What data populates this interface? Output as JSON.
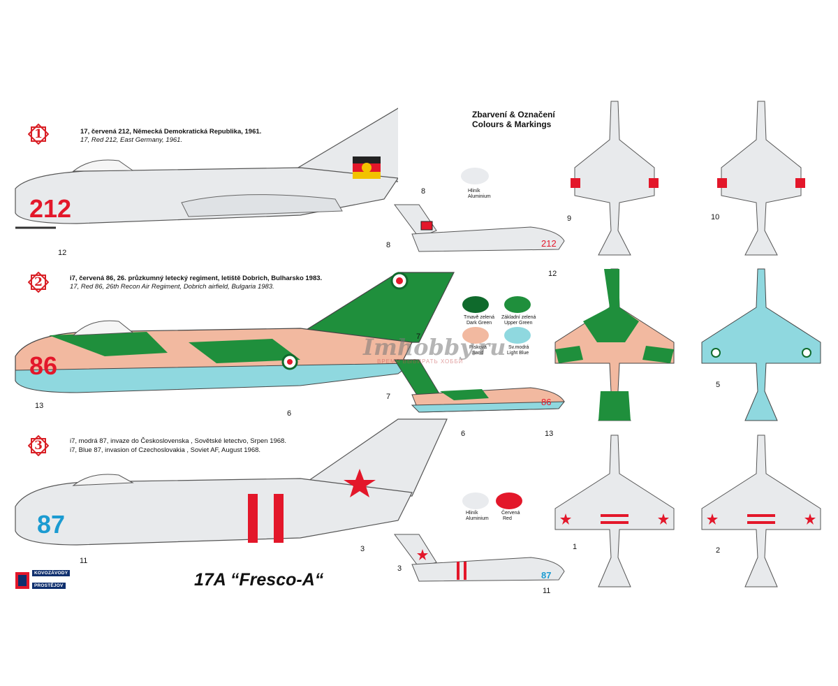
{
  "header": {
    "title_cz": "Zbarvení & Označení",
    "title_en": "Colours & Markings"
  },
  "model_title": "17A “Fresco-A“",
  "manufacturer": {
    "line1": "KOVOZÁVODY",
    "line2": "PROSTĚJOV"
  },
  "watermark": {
    "main": "Imhobby.ru",
    "sub": "ВРЕМЯ ВЫБИРАТЬ ХОББИ"
  },
  "schemes": [
    {
      "number": "1",
      "caption_cz": "17, červená 212, Německá Demokratická Republika, 1961.",
      "caption_en": "17, Red 212, East Germany, 1961.",
      "tail_number": "212",
      "callouts": [
        "8",
        "12",
        "8",
        "12",
        "9",
        "10"
      ]
    },
    {
      "number": "2",
      "caption_cz": "i7, červená 86, 26. průzkumný letecký regiment, letiště Dobrich, Bulharsko 1983.",
      "caption_en": "17, Red 86, 26th Recon Air Regiment, Dobrich airfield, Bulgaria 1983.",
      "tail_number": "86",
      "callouts": [
        "7",
        "13",
        "6",
        "7",
        "6",
        "13",
        "5"
      ]
    },
    {
      "number": "3",
      "caption_cz": "i7, modrá 87, invaze do Československa , Sovětské letectvo, Srpen 1968.",
      "caption_en": "i7, Blue 87, invasion of Czechoslovakia , Soviet AF, August 1968.",
      "tail_number": "87",
      "callouts": [
        "3",
        "11",
        "3",
        "11",
        "1",
        "2"
      ]
    }
  ],
  "swatches": {
    "scheme1": [
      {
        "cz": "Hliník",
        "en": "Aluminium",
        "color": "#e9ebee"
      }
    ],
    "scheme2": [
      {
        "cz": "Tmavě zelená",
        "en": "Dark Green",
        "color": "#0f6a2c"
      },
      {
        "cz": "Základní zelená",
        "en": "Upper Green",
        "color": "#1f8f3c"
      },
      {
        "cz": "Písková",
        "en": "Sand",
        "color": "#f2b9a0"
      },
      {
        "cz": "Sv.modrá",
        "en": "Light Blue",
        "color": "#8fd8df"
      }
    ],
    "scheme3": [
      {
        "cz": "Hliník",
        "en": "Aluminium",
        "color": "#e9ebee"
      },
      {
        "cz": "Červená",
        "en": "Red",
        "color": "#e3172a"
      }
    ]
  },
  "colors": {
    "aluminium": "#e8eaec",
    "outline": "#555555",
    "red": "#e3172a",
    "blue": "#1b9bd1",
    "green": "#1f8f3c",
    "dark_green": "#0f6a2c",
    "sand": "#f2b9a0",
    "light_blue": "#8fd8df"
  }
}
